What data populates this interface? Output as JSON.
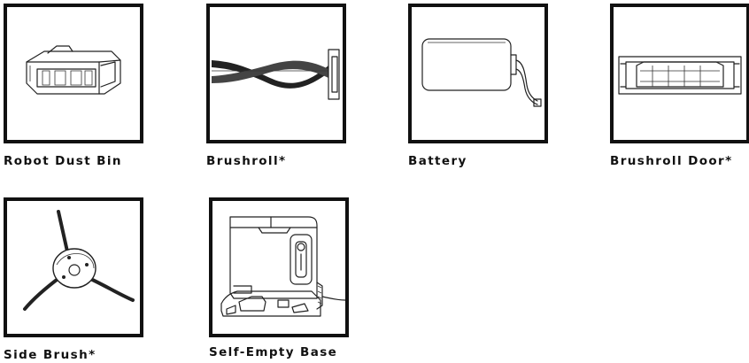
{
  "parts": [
    {
      "label": "Robot Dust Bin",
      "icon": "dust-bin-icon"
    },
    {
      "label": "Brushroll*",
      "icon": "brushroll-icon"
    },
    {
      "label": "Battery",
      "icon": "battery-icon"
    },
    {
      "label": "Brushroll Door*",
      "icon": "brushroll-door-icon"
    },
    {
      "label": "Side Brush*",
      "icon": "side-brush-icon"
    },
    {
      "label": "Self-Empty Base",
      "icon": "self-empty-base-icon"
    }
  ]
}
